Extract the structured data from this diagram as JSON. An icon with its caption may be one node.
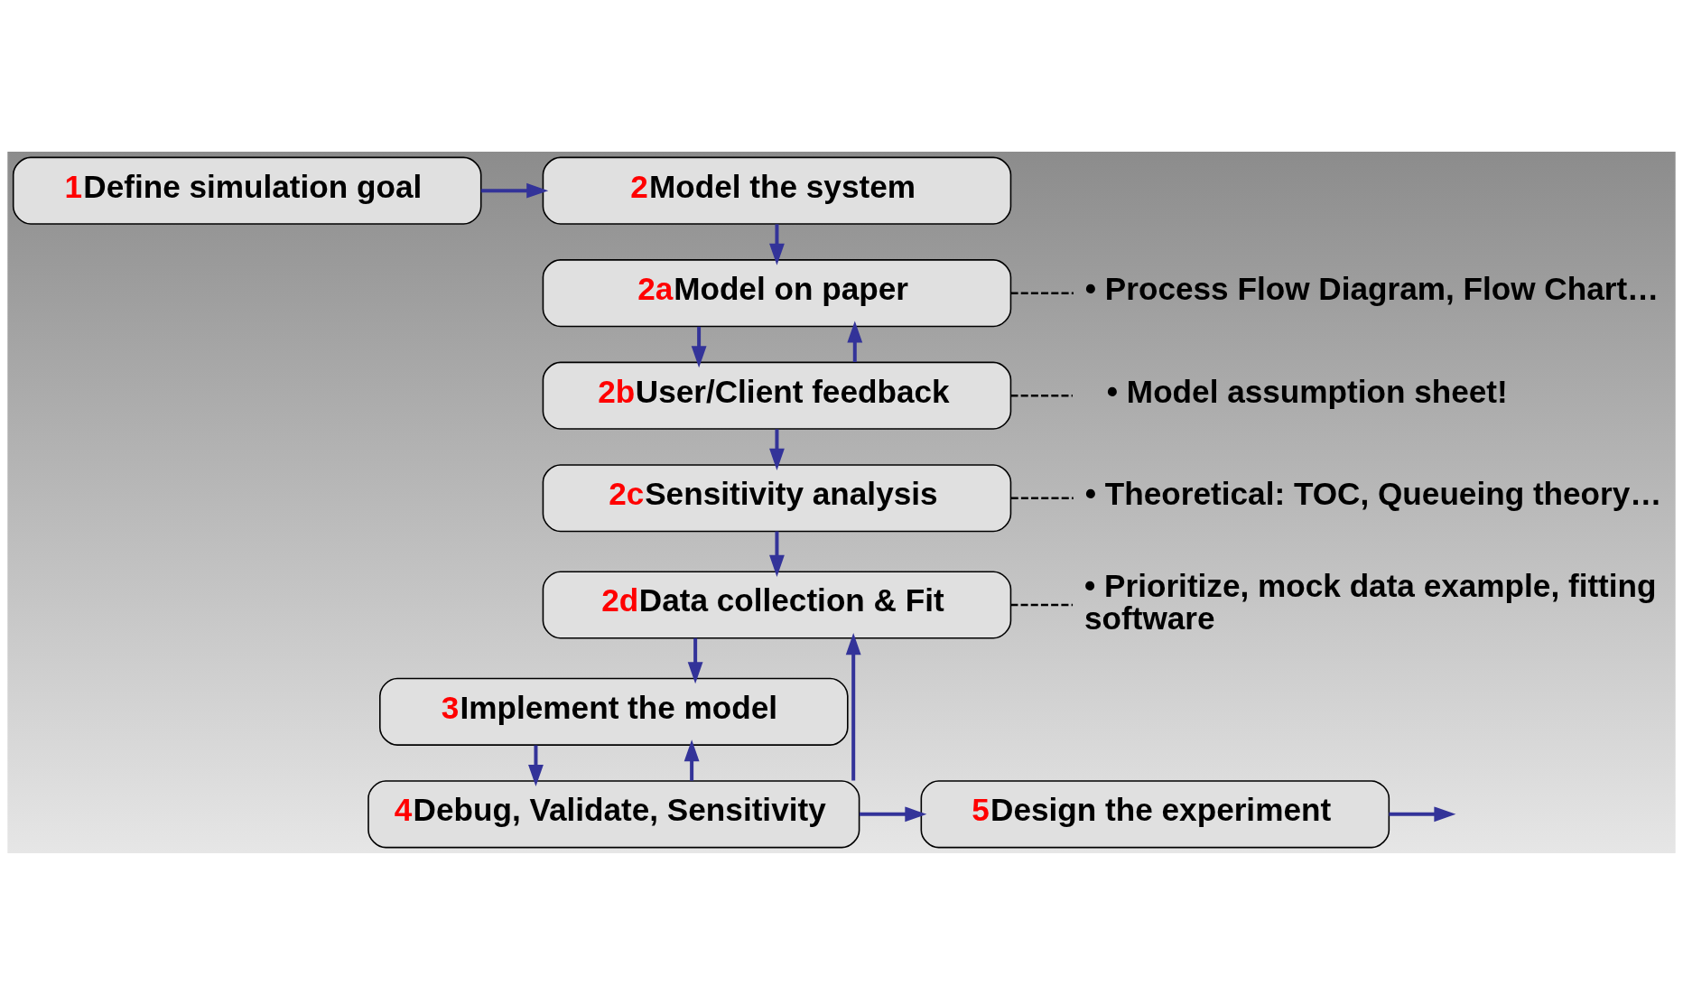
{
  "diagram": {
    "nodes": [
      {
        "text": [
          "2",
          "Model the system"
        ]
      },
      {
        "text": [
          "1",
          "Define simulation goal"
        ]
      },
      {
        "text": [
          "2a",
          "Model on paper"
        ]
      },
      {
        "text": [
          "2b",
          "User/Client feedback"
        ]
      },
      {
        "text": [
          "2c",
          "Sensitivity analysis"
        ]
      },
      {
        "text": [
          "2d",
          "Data collection & Fit"
        ]
      },
      {
        "text": [
          "3",
          "Implement the model"
        ]
      },
      {
        "text": [
          "4",
          "Debug, Validate, Sensitivity"
        ]
      },
      {
        "text": [
          "5",
          "Design the experiment"
        ]
      },
      {
        "text": [
          "• Process Flow Diagram, Flow Chart…"
        ]
      },
      {
        "text": [
          "• Model assumption sheet!"
        ]
      },
      {
        "text": [
          "• Theoretical: TOC, Queueing theory…"
        ]
      },
      {
        "text": [
          "• Prioritize, mock data example, fitting software"
        ]
      }
    ],
    "edges": [
      {
        "from": 1,
        "to": 0,
        "arrow": "to"
      },
      {
        "from": 0,
        "to": 2,
        "arrow": "to"
      },
      {
        "from": 2,
        "to": 3,
        "arrow": "to"
      },
      {
        "from": 3,
        "to": 2,
        "arrow": "to"
      },
      {
        "from": 3,
        "to": 4,
        "arrow": "to"
      },
      {
        "from": 4,
        "to": 5,
        "arrow": "to"
      },
      {
        "from": 5,
        "to": 6,
        "arrow": "to"
      },
      {
        "from": 7,
        "to": 5,
        "arrow": "to"
      },
      {
        "from": 7,
        "to": 6,
        "arrow": "to"
      },
      {
        "from": 6,
        "to": 7,
        "arrow": "to"
      },
      {
        "from": 7,
        "to": 8,
        "arrow": "to"
      },
      {
        "from": 8,
        "to": null,
        "arrow": "to"
      },
      {
        "from": 2,
        "to": 9,
        "arrow": "none",
        "style": "dashed",
        "color": "#000000"
      },
      {
        "from": 3,
        "to": 10,
        "arrow": "none",
        "style": "dashed",
        "color": "#000000"
      },
      {
        "from": 4,
        "to": 11,
        "arrow": "none",
        "style": "dashed",
        "color": "#000000"
      },
      {
        "from": 5,
        "to": 12,
        "arrow": "none",
        "style": "dashed",
        "color": "#000000"
      }
    ]
  }
}
